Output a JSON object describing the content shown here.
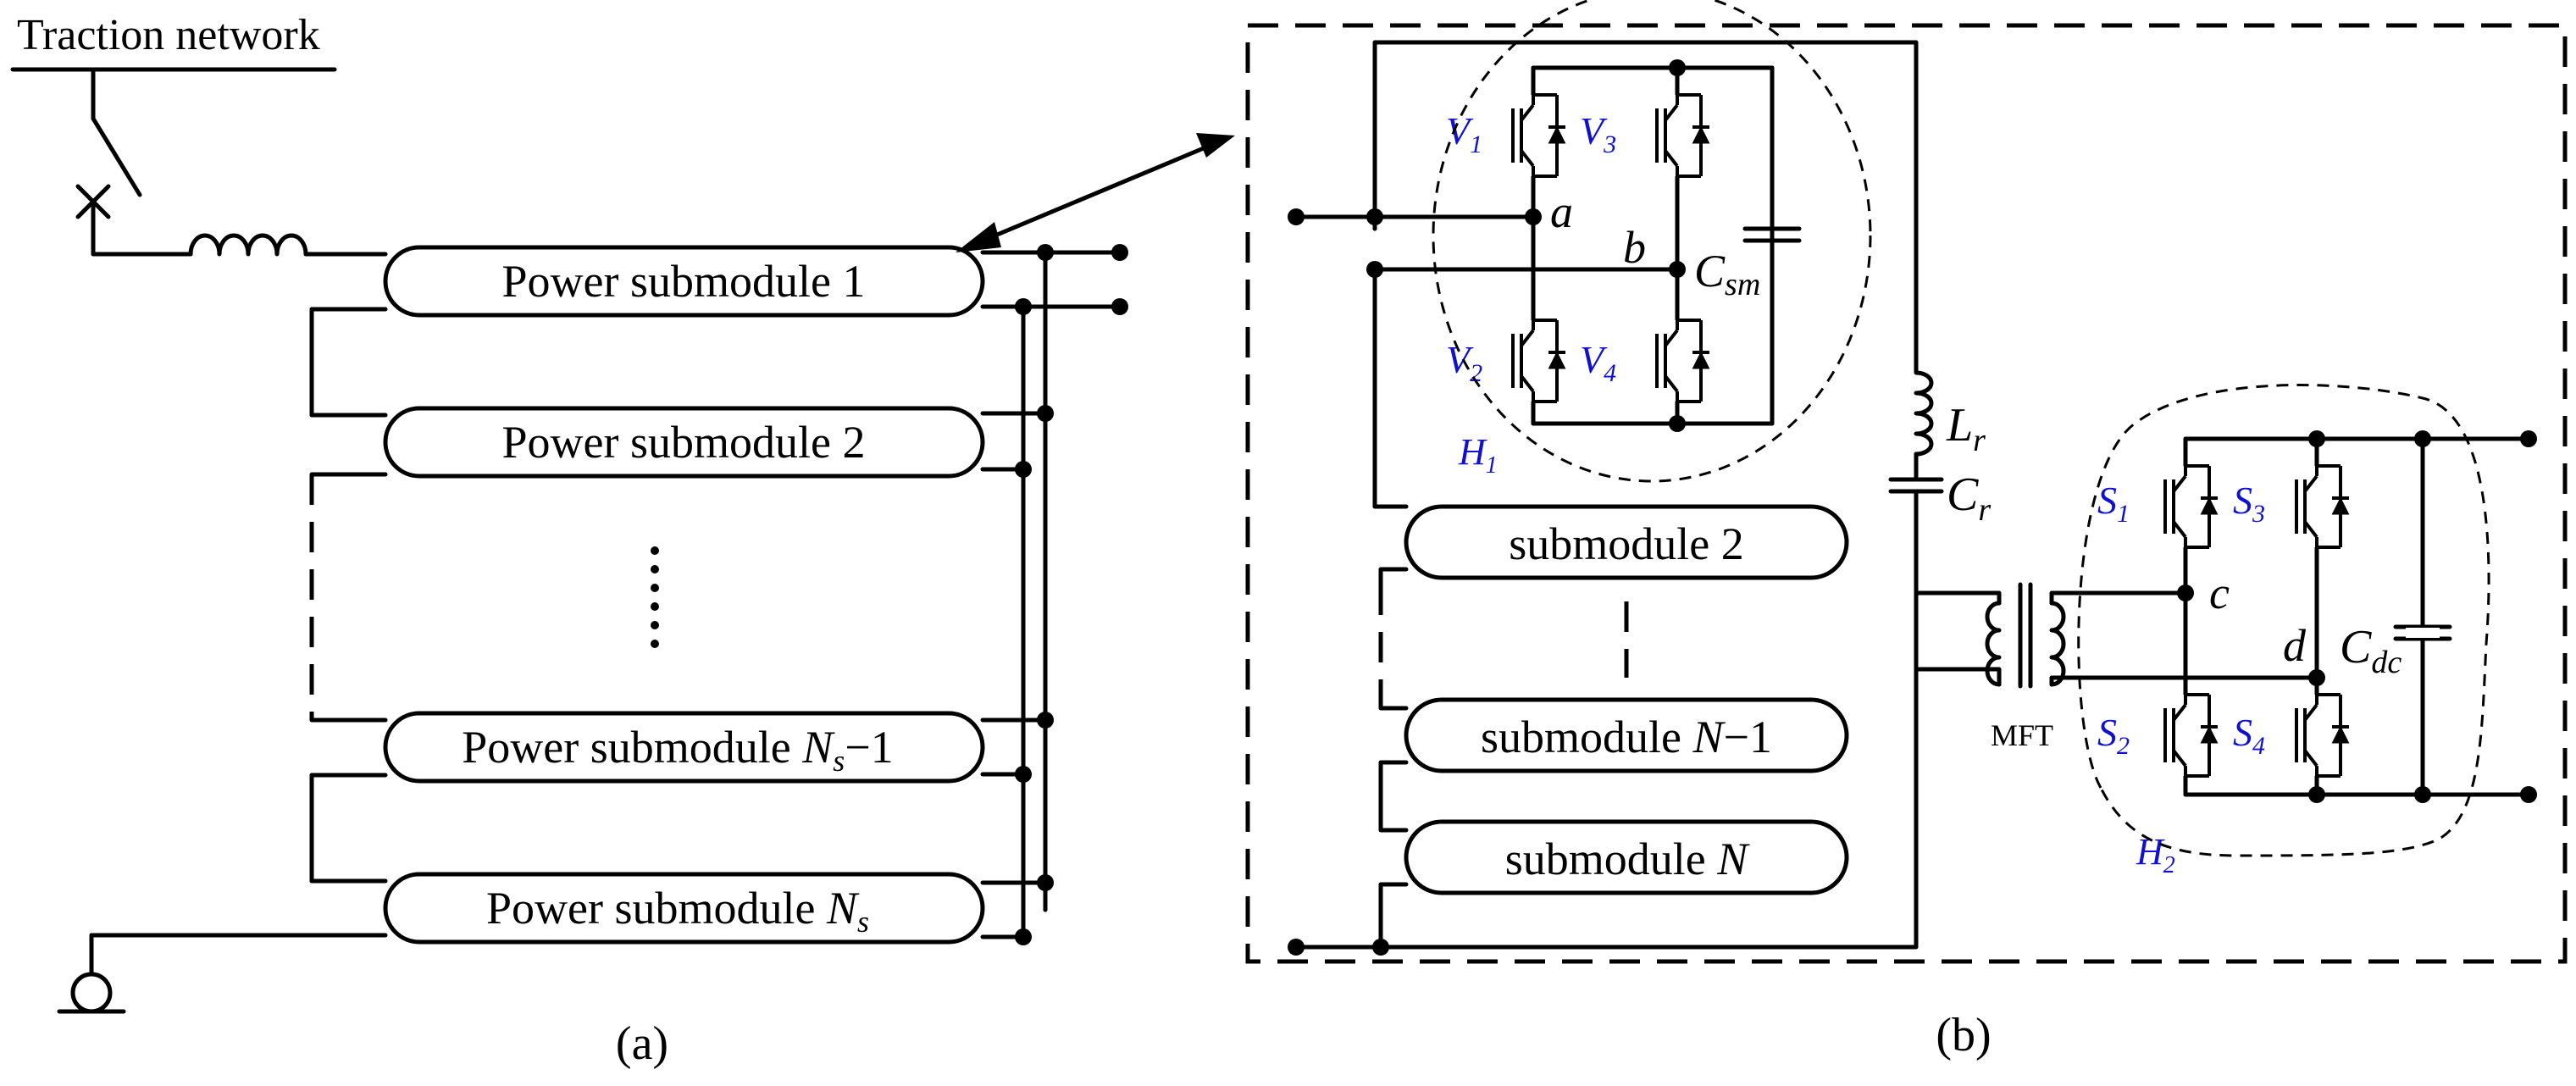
{
  "panel_a": {
    "label": "(a)",
    "traction_network": "Traction network",
    "modules": [
      "Power submodule 1",
      "Power submodule 2",
      "Power submodule",
      "Power submodule"
    ],
    "module_3_sub": "N",
    "module_3_subsub": "s",
    "module_3_suffix": "−1",
    "module_4_sub": "N",
    "module_4_subsub": "s",
    "ellipsis": "⋮"
  },
  "panel_b": {
    "label": "(b)",
    "submodules": [
      "submodule 2",
      "submodule ",
      "submodule "
    ],
    "submodule_n_minus_1_var": "N",
    "submodule_n_minus_1_suffix": "−1",
    "submodule_n_var": "N",
    "node_a": "a",
    "node_b": "b",
    "node_c": "c",
    "node_d": "d",
    "csm": "C",
    "csm_sub": "sm",
    "lr": "L",
    "lr_sub": "r",
    "cr": "C",
    "cr_sub": "r",
    "cdc": "C",
    "cdc_sub": "dc",
    "mft": "MFT",
    "h1": "H",
    "h1_sub": "1",
    "h2": "H",
    "h2_sub": "2",
    "switches_h1": [
      {
        "name": "V",
        "sub": "1"
      },
      {
        "name": "V",
        "sub": "3"
      },
      {
        "name": "V",
        "sub": "2"
      },
      {
        "name": "V",
        "sub": "4"
      }
    ],
    "switches_h2": [
      {
        "name": "S",
        "sub": "1"
      },
      {
        "name": "S",
        "sub": "3"
      },
      {
        "name": "S",
        "sub": "2"
      },
      {
        "name": "S",
        "sub": "4"
      }
    ]
  },
  "colors": {
    "switch_label": "#1010d0",
    "wire": "#000000"
  }
}
